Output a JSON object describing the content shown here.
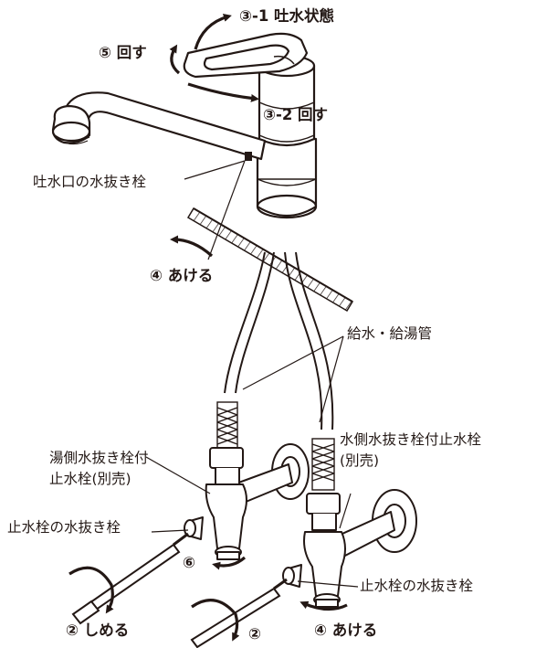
{
  "labels": {
    "step3_1": "③-1 吐水状態",
    "step5": "⑤ 回す",
    "step3_2": "③-2 回す",
    "spout_drain_plug": "吐水口の水抜き栓",
    "step4_top": "④ あける",
    "supply_pipes": "給水・給湯管",
    "hot_side_valve_line1": "湯側水抜き栓付",
    "hot_side_valve_line2": "止水栓(別売)",
    "cold_side_valve_line1": "水側水抜き栓付止水栓",
    "cold_side_valve_line2": "(別売)",
    "stop_valve_drain_left": "止水栓の水抜き栓",
    "step6": "⑥",
    "stop_valve_drain_right": "止水栓の水抜き栓",
    "step2_close": "② しめる",
    "step2": "②",
    "step4_bottom": "④ あける"
  },
  "colors": {
    "ink": "#231815",
    "metal_fill": "#ffffff",
    "wall_hatch": "#231815"
  }
}
